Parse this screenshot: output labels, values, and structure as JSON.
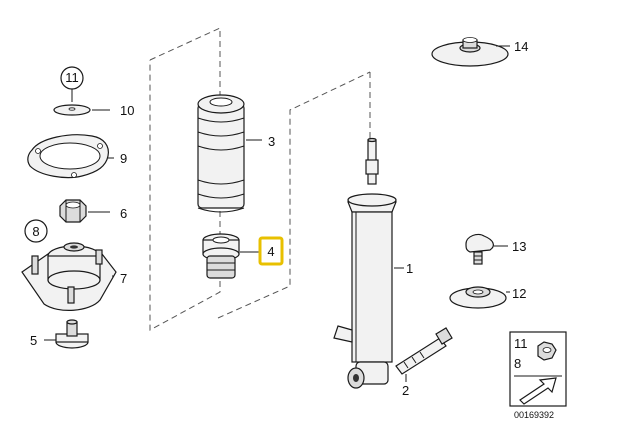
{
  "callouts": {
    "c1": "1",
    "c2": "2",
    "c3": "3",
    "c4": "4",
    "c5": "5",
    "c6": "6",
    "c7": "7",
    "c8": "8",
    "c9": "9",
    "c10": "10",
    "c11": "11",
    "c12": "12",
    "c13": "13",
    "c14": "14"
  },
  "legend": {
    "top": "11",
    "bottom": "8"
  },
  "diagram_code": "00169392",
  "highlight_color": "#e8c000"
}
